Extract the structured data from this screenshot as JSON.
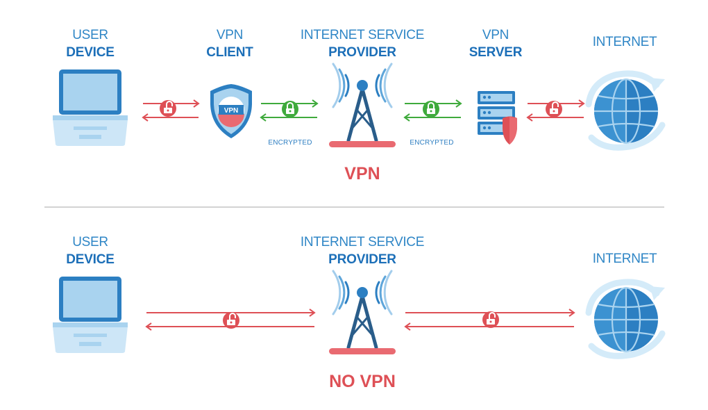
{
  "top": {
    "device": {
      "line1": "USER",
      "line2": "DEVICE"
    },
    "client": {
      "line1": "VPN",
      "line2": "CLIENT"
    },
    "isp": {
      "line1": "INTERNET SERVICE",
      "line2": "PROVIDER"
    },
    "server": {
      "line1": "VPN",
      "line2": "SERVER"
    },
    "internet": {
      "line1": "INTERNET"
    },
    "encrypted_left": "ENCRYPTED",
    "encrypted_right": "ENCRYPTED",
    "shield_text": "VPN",
    "caption": "VPN"
  },
  "bottom": {
    "device": {
      "line1": "USER",
      "line2": "DEVICE"
    },
    "isp": {
      "line1": "INTERNET SERVICE",
      "line2": "PROVIDER"
    },
    "internet": {
      "line1": "INTERNET"
    },
    "caption": "NO VPN"
  },
  "colors": {
    "blue_dark": "#1c6fb8",
    "blue_light": "#2f86c6",
    "red": "#de5056",
    "green": "#3faa3c",
    "gray_divider": "#d3d3d3"
  },
  "icons": [
    "laptop-icon",
    "shield-icon",
    "antenna-tower-icon",
    "server-icon",
    "globe-icon",
    "unlocked-padlock-icon",
    "locked-padlock-icon"
  ]
}
